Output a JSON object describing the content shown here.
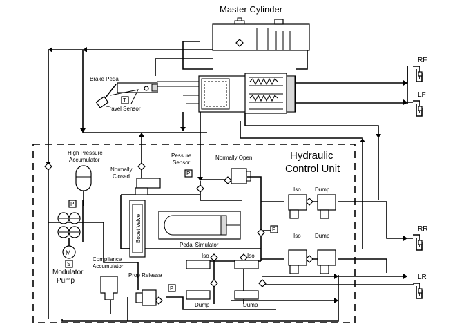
{
  "labels": {
    "master_cylinder": "Master Cylinder",
    "brake_pedal": "Brake Pedal",
    "travel_sensor": "Travel Sensor",
    "travel_sensor_tag": "T",
    "high_pressure_1": "High Pressure",
    "high_pressure_2": "Accumulator",
    "normally_closed_1": "Normally",
    "normally_closed_2": "Closed",
    "pressure_sensor_1": "Pessure",
    "pressure_sensor_2": "Sensor",
    "normally_open": "Normally Open",
    "hcu_1": "Hydraulic",
    "hcu_2": "Control Unit",
    "boost_valve": "Boost Valve",
    "pedal_simulator": "Pedal Simulator",
    "compliance_1": "Compliance",
    "compliance_2": "Accumulator",
    "prop_release": "Prop Release",
    "modulator_1": "Modulator",
    "modulator_2": "Pump",
    "motor": "M",
    "switch": "S",
    "p_tag": "P",
    "iso": "Iso",
    "dump": "Dump",
    "rf": "RF",
    "lf": "LF",
    "rr": "RR",
    "lr": "LR"
  },
  "colors": {
    "line": "#000000",
    "fill": "#ffffff",
    "shade": "#d9d9d9"
  }
}
